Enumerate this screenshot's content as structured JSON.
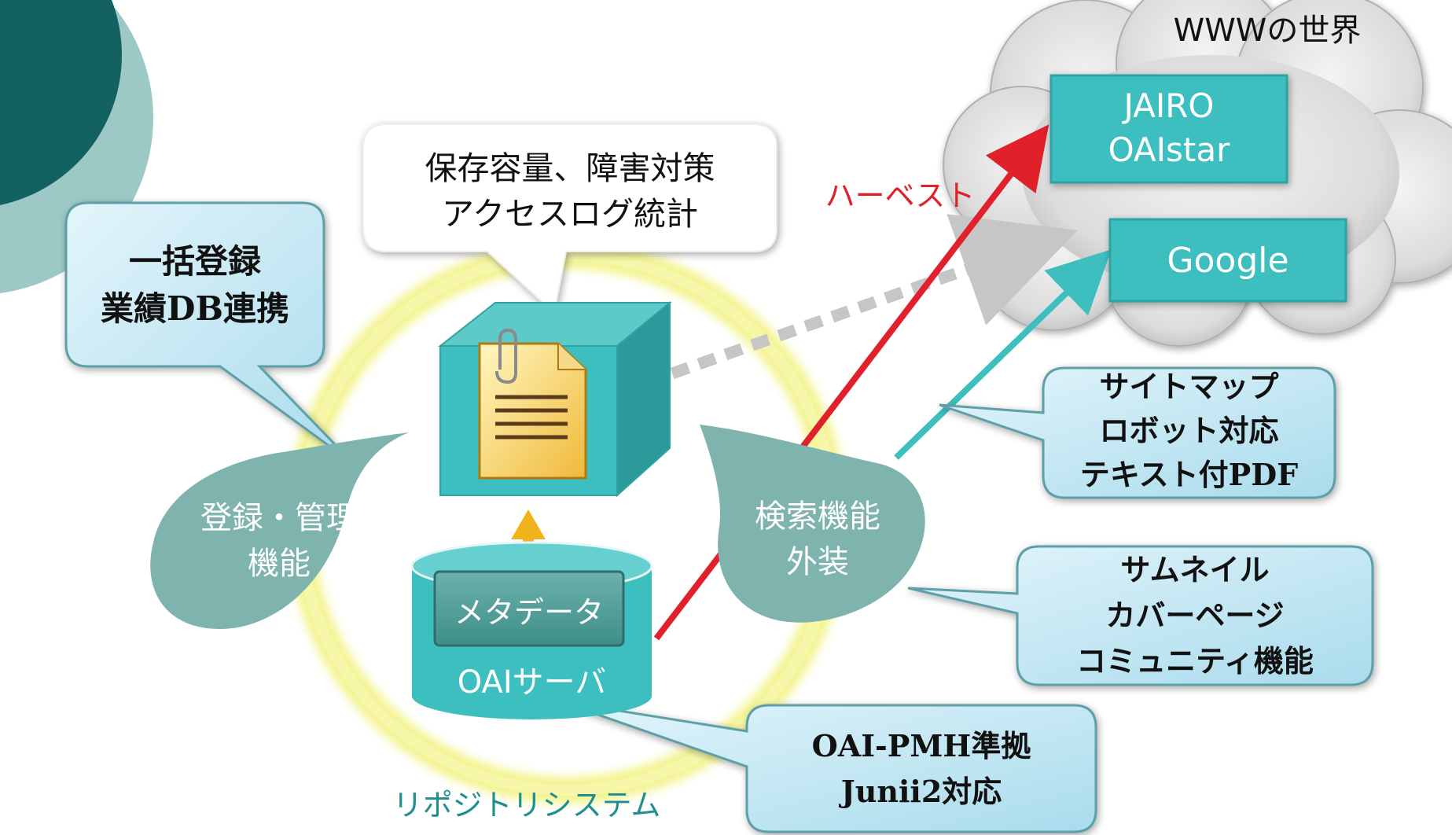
{
  "cloud": {
    "title": "WWWの世界"
  },
  "services": {
    "jairo": [
      "JAIRO",
      "OAIstar"
    ],
    "google": "Google"
  },
  "harvest_label": "ハーベスト",
  "storage_callout": [
    "保存容量、障害対策",
    "アクセスログ統計"
  ],
  "bulk_callout": [
    "一括登録",
    "業績DB連携"
  ],
  "register_bubble": [
    "登録・管理",
    "機能"
  ],
  "search_bubble": [
    "検索機能",
    "外装"
  ],
  "sitemap_callout": [
    "サイトマップ",
    "ロボット対応",
    "テキスト付PDF"
  ],
  "thumbnail_callout": [
    "サムネイル",
    "カバーページ",
    "コミュニティ機能"
  ],
  "oai_callout": [
    "OAI-PMH準拠",
    "Junii2対応"
  ],
  "metadata_label": "メタデータ",
  "oai_server_label": "OAIサーバ",
  "system_label": "リポジトリシステム",
  "colors": {
    "teal": "#3dbfbf",
    "dark_teal": "#146161",
    "bubble": "#7fb3ad",
    "harvest": "#e0202a",
    "glow": "#eeee66"
  }
}
